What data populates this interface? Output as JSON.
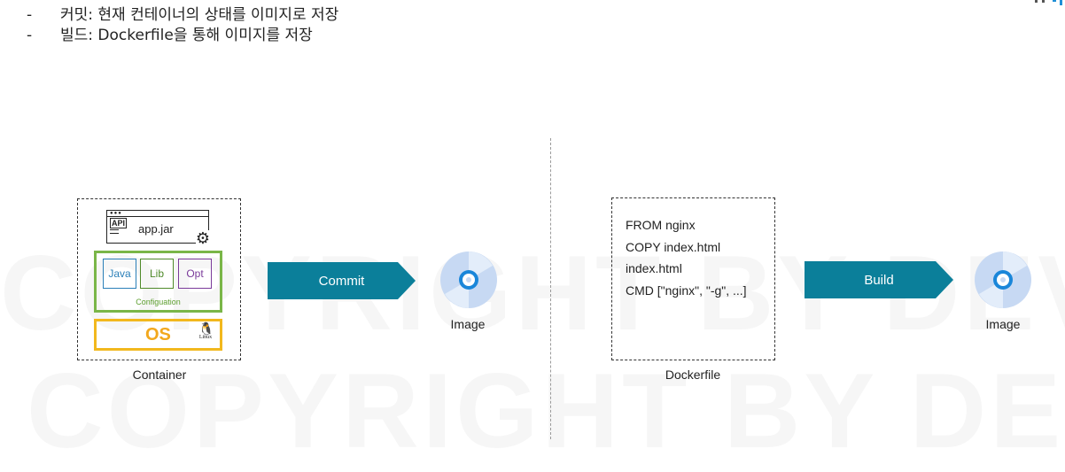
{
  "bullets": [
    {
      "marker": "-",
      "text": "커밋: 현재 컨테이너의 상태를 이미지로 저장"
    },
    {
      "marker": "-",
      "text": "빌드: Dockerfile을 통해 이미지를 저장"
    }
  ],
  "watermark": {
    "text": "COPYRIGHT BY DEVWIKI"
  },
  "left": {
    "app": {
      "api_text": "API",
      "label": "app.jar"
    },
    "configuration": {
      "items": [
        {
          "label": "Java",
          "color": "#2a7fb8"
        },
        {
          "label": "Lib",
          "color": "#4f8a2a"
        },
        {
          "label": "Opt",
          "color": "#7a3a9a"
        }
      ],
      "label": "Configuation",
      "border_color": "#7ab648"
    },
    "os": {
      "label": "OS",
      "tux_label": "Linux",
      "border_color": "#f2b81d"
    },
    "container_caption": "Container",
    "arrow_label": "Commit",
    "image_caption": "Image"
  },
  "right": {
    "dockerfile_lines": [
      "FROM nginx",
      "COPY index.html",
      "index.html",
      "CMD [\"nginx\", \"-g\", ...]"
    ],
    "dockerfile_caption": "Dockerfile",
    "arrow_label": "Build",
    "image_caption": "Image"
  },
  "colors": {
    "arrow": "#0b7f9a",
    "disc_outer": "#c7d9f3",
    "disc_ring": "#1a86d9"
  }
}
